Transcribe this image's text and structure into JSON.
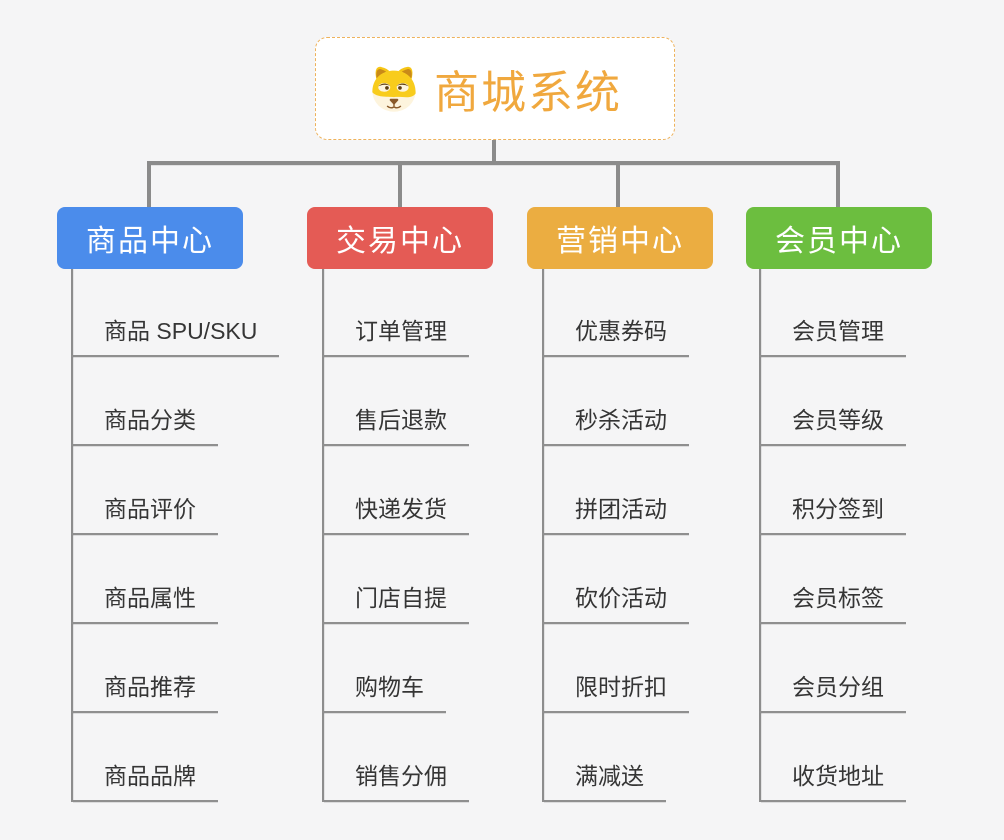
{
  "root": {
    "title": "商城系统",
    "icon": "dog-face-icon"
  },
  "branches": [
    {
      "label": "商品中心",
      "color": "#4b8ceb",
      "items": [
        "商品 SPU/SKU",
        "商品分类",
        "商品评价",
        "商品属性",
        "商品推荐",
        "商品品牌"
      ]
    },
    {
      "label": "交易中心",
      "color": "#e45b55",
      "items": [
        "订单管理",
        "售后退款",
        "快递发货",
        "门店自提",
        "购物车",
        "销售分佣"
      ]
    },
    {
      "label": "营销中心",
      "color": "#ebad41",
      "items": [
        "优惠券码",
        "秒杀活动",
        "拼团活动",
        "砍价活动",
        "限时折扣",
        "满减送"
      ]
    },
    {
      "label": "会员中心",
      "color": "#6cbe3f",
      "items": [
        "会员管理",
        "会员等级",
        "积分签到",
        "会员标签",
        "会员分组",
        "收货地址"
      ]
    }
  ],
  "colors": {
    "background": "#f5f5f6",
    "root_title": "#f0a83e",
    "root_border_dashed": "#eeb25b",
    "connector_gray": "#8b8b8b",
    "leaf_underline": "#8f8f8f",
    "leaf_text": "#353535"
  }
}
